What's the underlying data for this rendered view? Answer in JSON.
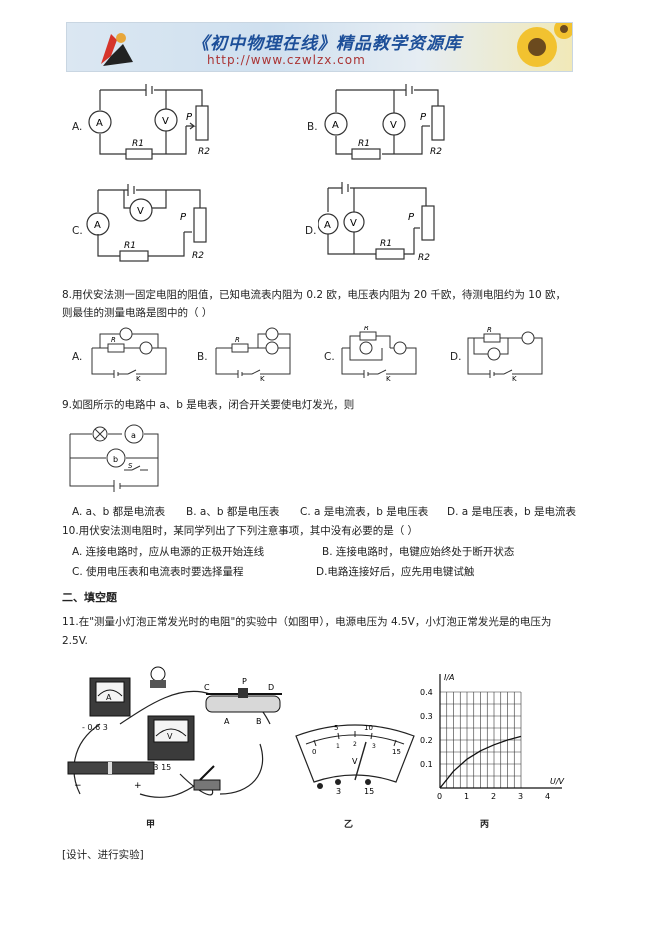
{
  "banner": {
    "title": "《初中物理在线》精品教学资源库",
    "url": "http://www.czwlzx.com"
  },
  "q7_options": {
    "a": "A.",
    "b": "B.",
    "c": "C.",
    "d": "D.",
    "sym_A": "A",
    "sym_V": "V",
    "sym_P": "P",
    "sym_R1": "R1",
    "sym_R2": "R2"
  },
  "q8": {
    "line1": "8.用伏安法测一固定电阻的阻值，已知电流表内阻为 0.2 欧，电压表内阻为 20 千欧，待测电阻约为 10 欧，",
    "line2": "则最佳的测量电路是图中的（        ）",
    "options": [
      "A.",
      "B.",
      "C.",
      "D."
    ],
    "sym_R": "R",
    "sym_K": "K"
  },
  "q9": {
    "stem": "9.如图所示的电路中 a、b 是电表，闭合开关要使电灯发光，则",
    "meter_a": "a",
    "meter_b": "b",
    "switch": "S",
    "options": [
      "A. a、b 都是电流表",
      "B. a、b 都是电压表",
      "C. a 是电流表，b 是电压表",
      "D. a 是电压表，b 是电流表"
    ]
  },
  "q10": {
    "stem": "10.用伏安法测电阻时，某同学列出了下列注意事项，其中没有必要的是（        ）",
    "options": [
      "A. 连接电路时，应从电源的正极开始连线",
      "B. 连接电路时，电键应始终处于断开状态",
      "C. 使用电压表和电流表时要选择量程",
      "D.电路连接好后，应先用电键试触"
    ]
  },
  "section2": "二、填空题",
  "q11": {
    "line1": "11.在\"测量小灯泡正常发光时的电阻\"的实验中（如图甲），电源电压为 4.5V，小灯泡正常发光是的电压为",
    "line2": "2.5V.",
    "fig_jia": "甲",
    "fig_yi": "乙",
    "fig_bing": "丙",
    "ammeter_terms": "-  0.6  3",
    "voltmeter_terms": "-  3 15",
    "letters": [
      "C",
      "P",
      "D",
      "A",
      "B"
    ],
    "minus": "−",
    "plus": "+",
    "meter_ticks": [
      "0",
      "5",
      "10",
      "15",
      "1",
      "2",
      "3"
    ],
    "meter_terms": [
      "3",
      "15"
    ],
    "meter_v": "V"
  },
  "chart_data": {
    "type": "line",
    "xlabel": "U/V",
    "ylabel": "I/A",
    "xlim": [
      0,
      4
    ],
    "ylim": [
      0,
      0.4
    ],
    "x_ticks": [
      "0",
      "1",
      "2",
      "3",
      "4"
    ],
    "y_ticks": [
      "0.1",
      "0.2",
      "0.3",
      "0.4"
    ],
    "grid": true,
    "series": [
      {
        "x": [
          0,
          0.5,
          1,
          1.5,
          2,
          2.5,
          3
        ],
        "y": [
          0,
          0.07,
          0.12,
          0.155,
          0.18,
          0.2,
          0.215
        ]
      }
    ]
  },
  "footer": "[设计、进行实验]"
}
